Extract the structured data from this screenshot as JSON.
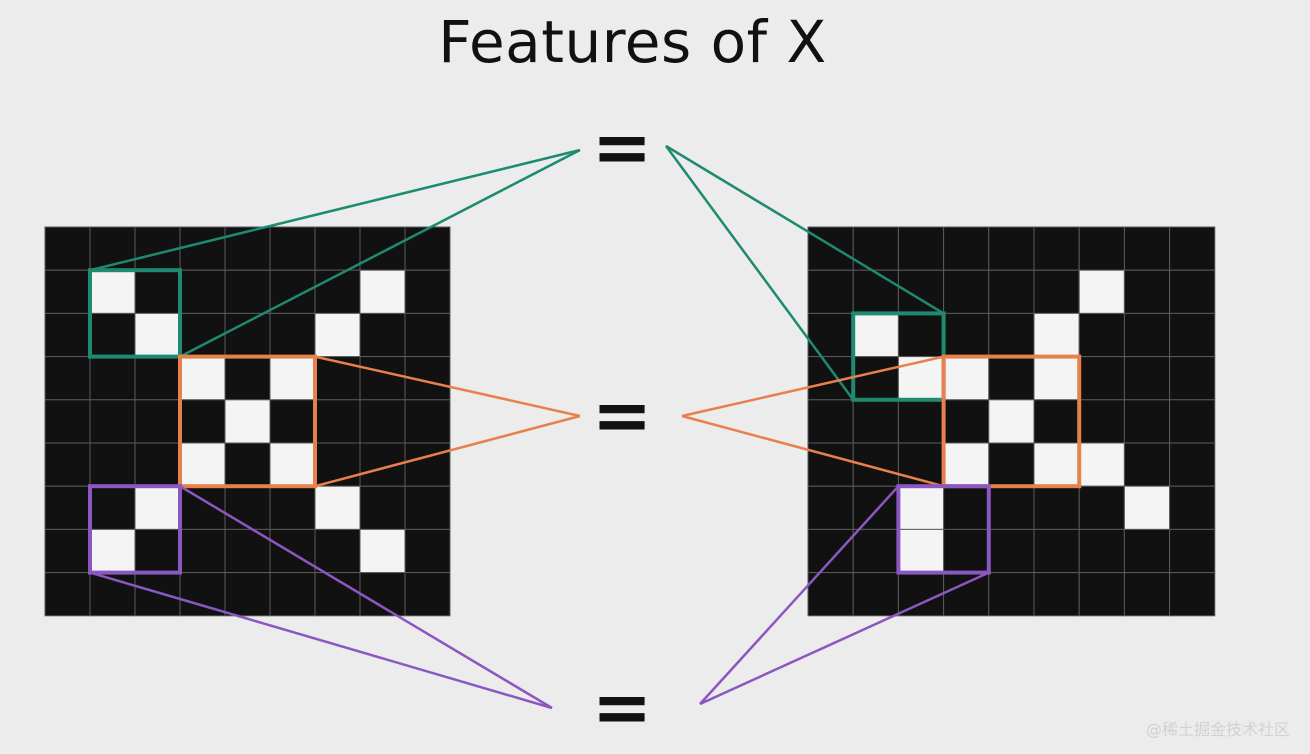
{
  "title": "Features of X",
  "watermark": "@稀土掘金技术社区",
  "colors": {
    "background": "#ececec",
    "black_cell": "#111111",
    "white_cell": "#f4f4f4",
    "grid_line": "#5a5a5a",
    "diagonal_feature": "#1e8a72",
    "cross_feature": "#e8804e",
    "antidiagonal_feature": "#8a58c0"
  },
  "images": [
    {
      "name": "left-x-image",
      "grid": [
        [
          0,
          0,
          0,
          0,
          0,
          0,
          0,
          0,
          0
        ],
        [
          0,
          1,
          0,
          0,
          0,
          0,
          0,
          1,
          0
        ],
        [
          0,
          0,
          1,
          0,
          0,
          0,
          1,
          0,
          0
        ],
        [
          0,
          0,
          0,
          1,
          0,
          1,
          0,
          0,
          0
        ],
        [
          0,
          0,
          0,
          0,
          1,
          0,
          0,
          0,
          0
        ],
        [
          0,
          0,
          0,
          1,
          0,
          1,
          0,
          0,
          0
        ],
        [
          0,
          0,
          1,
          0,
          0,
          0,
          1,
          0,
          0
        ],
        [
          0,
          1,
          0,
          0,
          0,
          0,
          0,
          1,
          0
        ],
        [
          0,
          0,
          0,
          0,
          0,
          0,
          0,
          0,
          0
        ]
      ]
    },
    {
      "name": "right-x-image",
      "grid": [
        [
          0,
          0,
          0,
          0,
          0,
          0,
          0,
          0,
          0
        ],
        [
          0,
          0,
          0,
          0,
          0,
          0,
          1,
          0,
          0
        ],
        [
          0,
          1,
          0,
          0,
          0,
          1,
          0,
          0,
          0
        ],
        [
          0,
          0,
          1,
          1,
          0,
          1,
          0,
          0,
          0
        ],
        [
          0,
          0,
          0,
          0,
          1,
          0,
          0,
          0,
          0
        ],
        [
          0,
          0,
          0,
          1,
          0,
          1,
          1,
          0,
          0
        ],
        [
          0,
          0,
          1,
          0,
          0,
          0,
          0,
          1,
          0
        ],
        [
          0,
          0,
          1,
          0,
          0,
          0,
          0,
          0,
          0
        ],
        [
          0,
          0,
          0,
          0,
          0,
          0,
          0,
          0,
          0
        ]
      ]
    }
  ],
  "features": [
    {
      "name": "diagonal-feature",
      "color_key": "diagonal_feature",
      "equals_symbol": "="
    },
    {
      "name": "cross-feature",
      "color_key": "cross_feature",
      "equals_symbol": "="
    },
    {
      "name": "antidiagonal-feature",
      "color_key": "antidiagonal_feature",
      "equals_symbol": "="
    }
  ]
}
